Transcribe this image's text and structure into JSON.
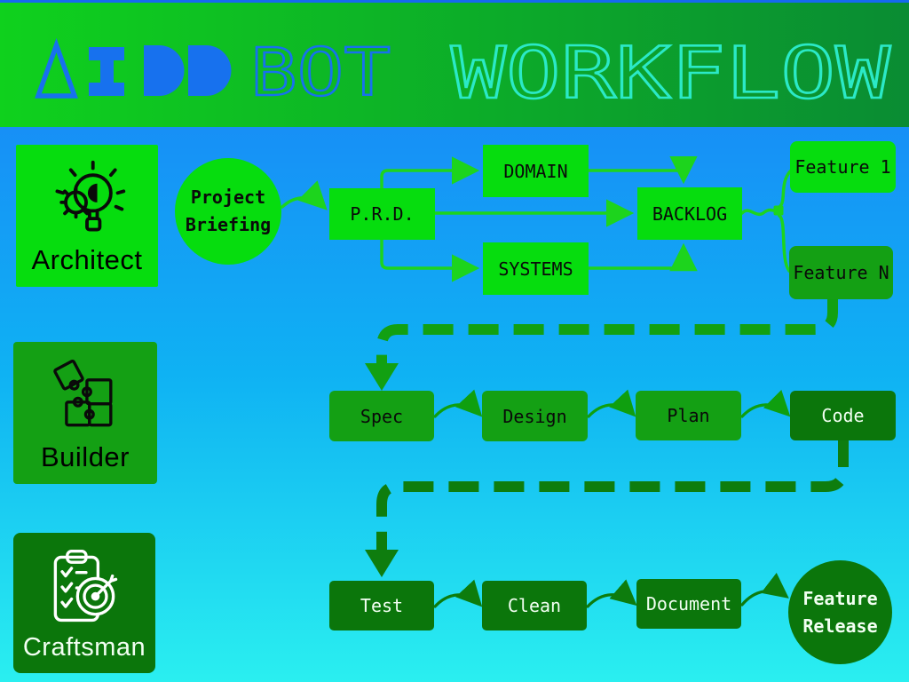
{
  "header": {
    "logo_mark": "AIDD",
    "logo_text": "BOT",
    "title": "WORKFLOW"
  },
  "roles": [
    {
      "label": "Architect",
      "icon": "idea-bulb-gear-icon"
    },
    {
      "label": "Builder",
      "icon": "puzzle-pieces-icon"
    },
    {
      "label": "Craftsman",
      "icon": "clipboard-target-icon"
    }
  ],
  "nodes": {
    "project_briefing": {
      "line1": "Project",
      "line2": "Briefing"
    },
    "prd": {
      "label": "P.R.D."
    },
    "domain": {
      "label": "DOMAIN"
    },
    "systems": {
      "label": "SYSTEMS"
    },
    "backlog": {
      "label": "BACKLOG"
    },
    "feature_1": {
      "label": "Feature 1"
    },
    "feature_n": {
      "label": "Feature N"
    },
    "spec": {
      "label": "Spec"
    },
    "design": {
      "label": "Design"
    },
    "plan": {
      "label": "Plan"
    },
    "code": {
      "label": "Code"
    },
    "test": {
      "label": "Test"
    },
    "clean": {
      "label": "Clean"
    },
    "document": {
      "label": "Document"
    },
    "feature_release": {
      "line1": "Feature",
      "line2": "Release"
    }
  },
  "colors": {
    "header_green_left": "#0fd11d",
    "header_green_right": "#0a8c33",
    "logo_blue": "#1771ee",
    "title_cyan": "#2be9c7",
    "body_blue_top": "#1b7ef8",
    "body_blue_mid": "#0fb2f3",
    "body_cyan_bottom": "#2aeff0",
    "node_bright_green": "#06dd0e",
    "node_medium_green": "#14a014",
    "node_dark_green": "#0b760b",
    "connector_bright": "#1dd41d",
    "connector_medium": "#0f9f0f",
    "connector_dark": "#0d7c0d",
    "thick_medium": "#12a012",
    "thick_dark": "#0e7d0e",
    "text_black": "#0a0a0a",
    "text_white": "#f2fff2"
  }
}
